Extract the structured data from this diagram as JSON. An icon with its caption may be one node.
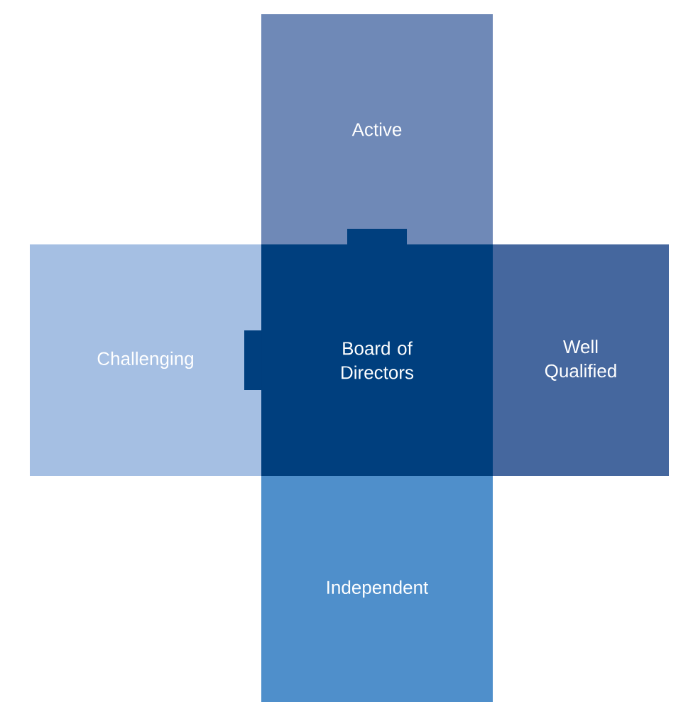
{
  "diagram": {
    "nodes": [
      {
        "text": [
          "Active"
        ]
      },
      {
        "text": [
          "Challenging"
        ]
      },
      {
        "text": [
          "Board of Directors"
        ]
      },
      {
        "text": [
          "Well Qualified"
        ]
      },
      {
        "text": [
          "Independent"
        ]
      }
    ]
  }
}
